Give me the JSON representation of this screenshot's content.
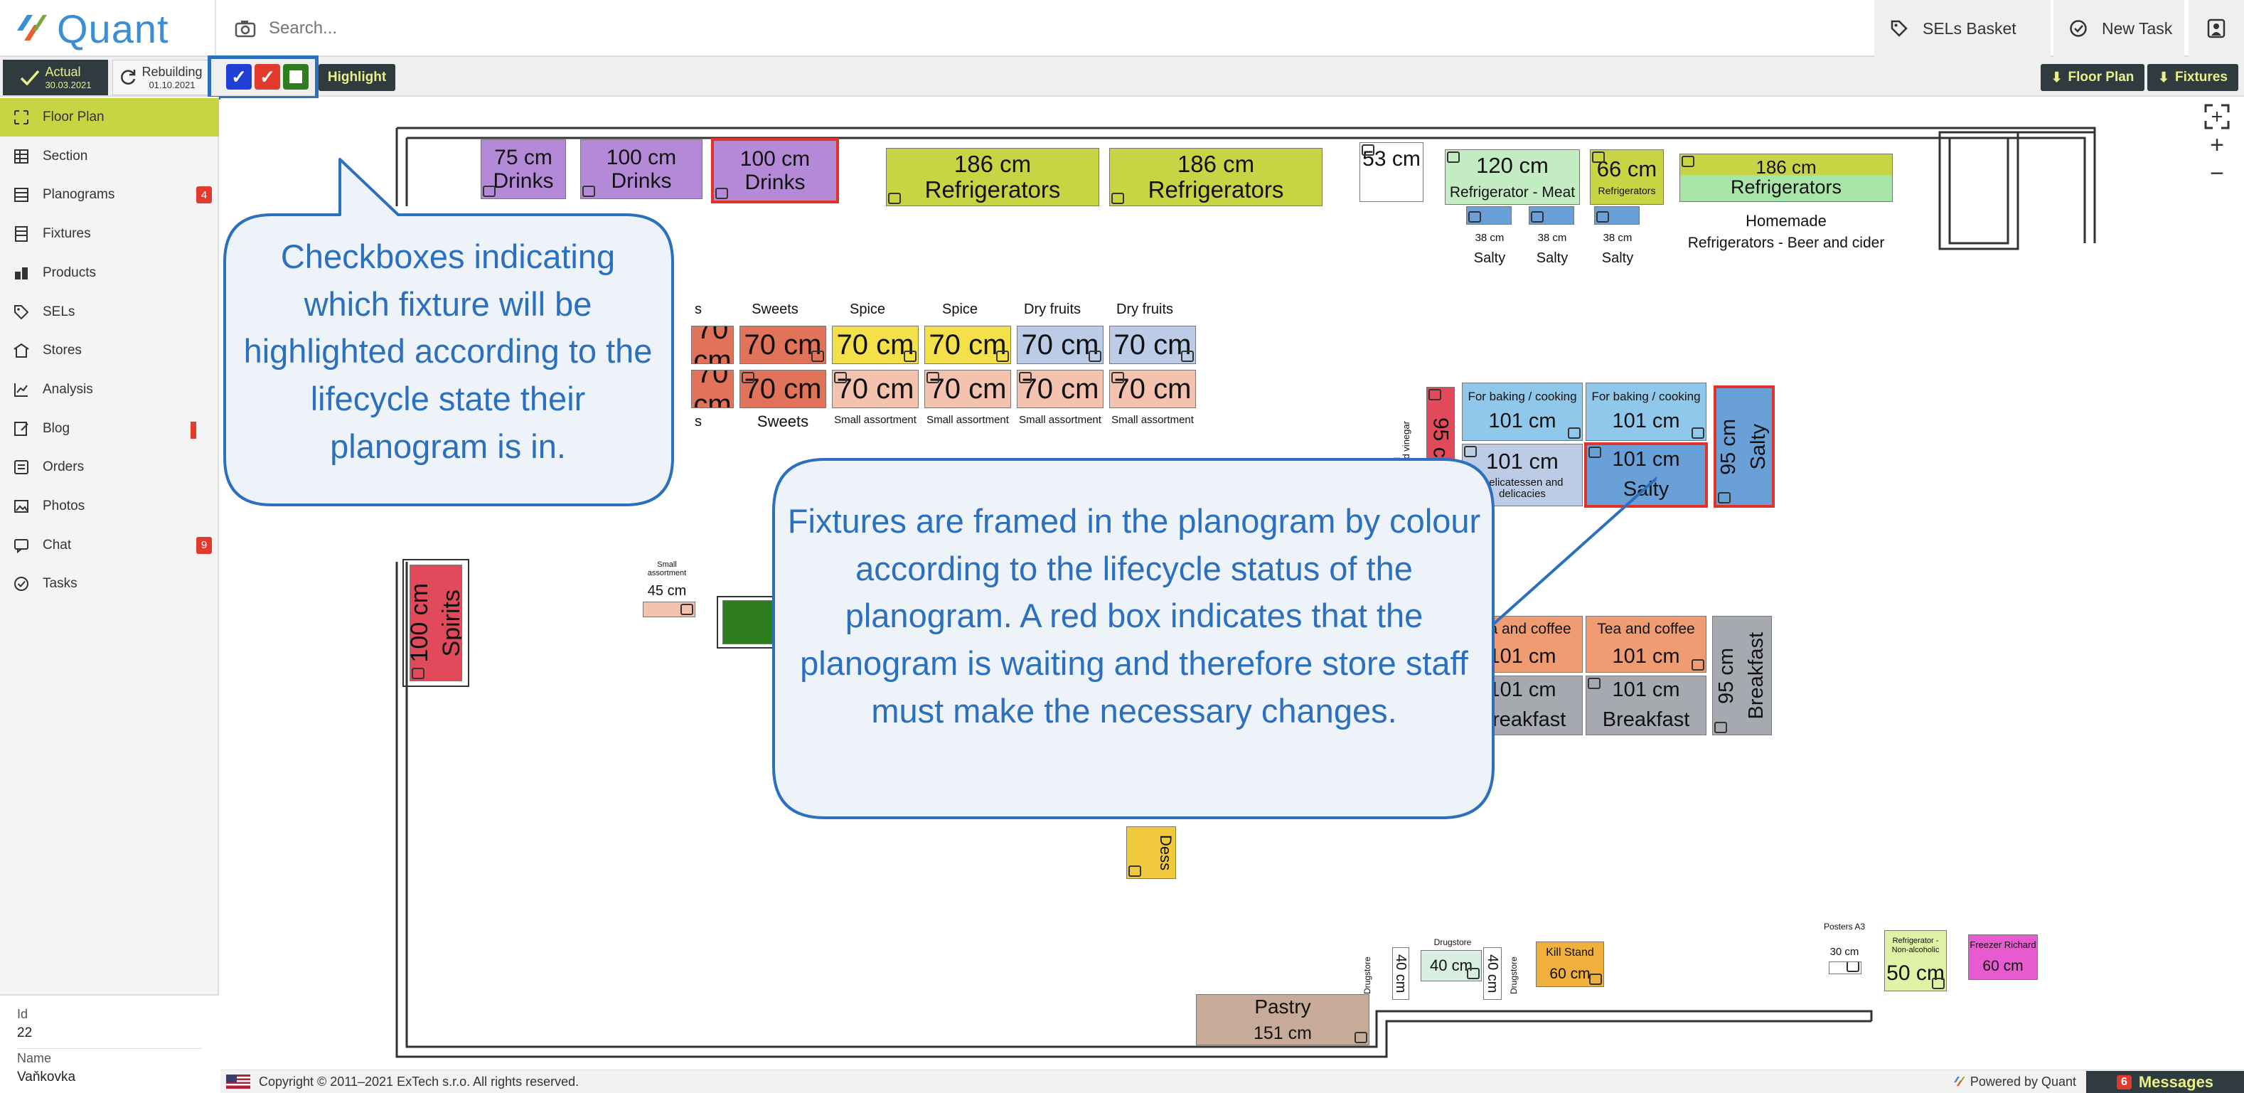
{
  "app": {
    "name": "Quant"
  },
  "search": {
    "placeholder": "Search..."
  },
  "top_buttons": {
    "sels_basket": "SELs Basket",
    "new_task": "New Task"
  },
  "toolbar": {
    "actual_label": "Actual",
    "actual_date": "30.03.2021",
    "rebuilding_label": "Rebuilding",
    "rebuilding_date": "01.10.2021",
    "highlight": "Highlight",
    "floor_plan": "Floor Plan",
    "fixtures": "Fixtures",
    "checkbox_colors": [
      "#1f3fd6",
      "#e23b2e",
      "#2e7d1e"
    ]
  },
  "sidebar": {
    "items": [
      {
        "label": "Floor Plan",
        "icon": "floorplan-icon",
        "active": true
      },
      {
        "label": "Section",
        "icon": "section-icon"
      },
      {
        "label": "Planograms",
        "icon": "planogram-icon",
        "badge": "4"
      },
      {
        "label": "Fixtures",
        "icon": "fixtures-icon"
      },
      {
        "label": "Products",
        "icon": "products-icon"
      },
      {
        "label": "SELs",
        "icon": "tag-icon"
      },
      {
        "label": "Stores",
        "icon": "store-icon"
      },
      {
        "label": "Analysis",
        "icon": "chart-icon"
      },
      {
        "label": "Blog",
        "icon": "blog-icon"
      },
      {
        "label": "Orders",
        "icon": "orders-icon"
      },
      {
        "label": "Photos",
        "icon": "photo-icon"
      },
      {
        "label": "Chat",
        "icon": "chat-icon",
        "badge": "9"
      },
      {
        "label": "Tasks",
        "icon": "check-icon"
      }
    ],
    "meta": {
      "id_label": "Id",
      "id_value": "22",
      "name_label": "Name",
      "name_value": "Vaňkovka"
    }
  },
  "colors": {
    "drinks": "#b48ad8",
    "refrigerators": "#c9d444",
    "blue": "#6aa0d8",
    "light_blue": "#8fc8ea",
    "sweets": "#e0735a",
    "spice": "#f3e04a",
    "dry_fruits": "#bccbe6",
    "small_assortment": "#f3c3b0",
    "spirits": "#e04a5a",
    "tea": "#ef9c72",
    "breakfast": "#a6aab0",
    "pastry": "#c7ab98",
    "kiosk": "#f0b03c",
    "freezer": "#e85ad0",
    "fresh_green": "#a8e6a8",
    "waiting_frame": "#e0332b"
  },
  "floor": {
    "top_row": [
      {
        "size": "75 cm",
        "name": "Drinks"
      },
      {
        "size": "100 cm",
        "name": "Drinks"
      },
      {
        "size": "100 cm",
        "name": "Drinks"
      },
      {
        "size": "186 cm",
        "name": "Refrigerators"
      },
      {
        "size": "186 cm",
        "name": "Refrigerators"
      },
      {
        "size": "53 cm"
      },
      {
        "size": "120 cm",
        "name": "Refrigerator - Meat"
      },
      {
        "size": "66 cm",
        "name": "Refrigerators"
      },
      {
        "size": "186 cm",
        "name": "Refrigerators"
      }
    ],
    "homemade": "Homemade",
    "beer_cider": "Refrigerators - Beer and cider",
    "salty_small": [
      {
        "size": "38 cm",
        "name": "Salty"
      },
      {
        "size": "38 cm",
        "name": "Salty"
      },
      {
        "size": "38 cm",
        "name": "Salty"
      }
    ],
    "gondola_top_labels": [
      "s",
      "Sweets",
      "Spice",
      "Spice",
      "Dry fruits",
      "Dry fruits"
    ],
    "gondola_size": "70 cm",
    "gondola_bottom_labels": [
      "s",
      "Sweets",
      "Small assortment",
      "Small assortment",
      "Small assortment",
      "Small assortment"
    ],
    "right_block": {
      "oils": "Oils and vinegar",
      "delicatessen_side": "Delicatessen and",
      "side_size": "95 cm",
      "baking_label": "For baking / cooking",
      "baking_size": "101 cm",
      "deli_size": "101 cm",
      "deli_name": "Delicatessen and delicacies",
      "salty_size": "101 cm",
      "salty_name": "Salty",
      "end_size": "95 cm",
      "end_name": "Salty"
    },
    "spirits": {
      "size": "100 cm",
      "name": "Spirits"
    },
    "small_assortment_unit": {
      "label": "Small assortment",
      "size": "45 cm"
    },
    "tea_block": {
      "tea_label": "Tea and coffee",
      "tea_size": "101 cm",
      "breakfast_size": "101 cm",
      "breakfast_name": "Breakfast",
      "end_size": "95 cm",
      "end_name": "Breakfast"
    },
    "dess_label": "Dess",
    "pastry": {
      "name": "Pastry",
      "size": "151 cm"
    },
    "drugstore": {
      "top_label": "Drugstore",
      "size": "40 cm",
      "side_label": "Drugstore"
    },
    "kiosk": {
      "name": "Kill Stand",
      "size": "60 cm"
    },
    "posters": {
      "label": "Posters A3",
      "size": "30 cm"
    },
    "non_alcoholic": {
      "label": "Refrigerator - Non-alcoholic",
      "size": "50 cm"
    },
    "freezer": {
      "label": "Freezer Richard",
      "size": "60 cm"
    }
  },
  "callouts": {
    "checkboxes": "Checkboxes indicating which fixture will be highlighted according to the lifecycle state their planogram is in.",
    "frames": "Fixtures are framed in the planogram by colour according to the lifecycle status of the planogram. A red box indicates that the planogram is waiting and therefore store staff must make the necessary changes."
  },
  "footer": {
    "copyright": "Copyright © 2011–2021 ExTech s.r.o. All rights reserved.",
    "powered": "Powered by Quant",
    "messages_count": "6",
    "messages_label": "Messages"
  }
}
